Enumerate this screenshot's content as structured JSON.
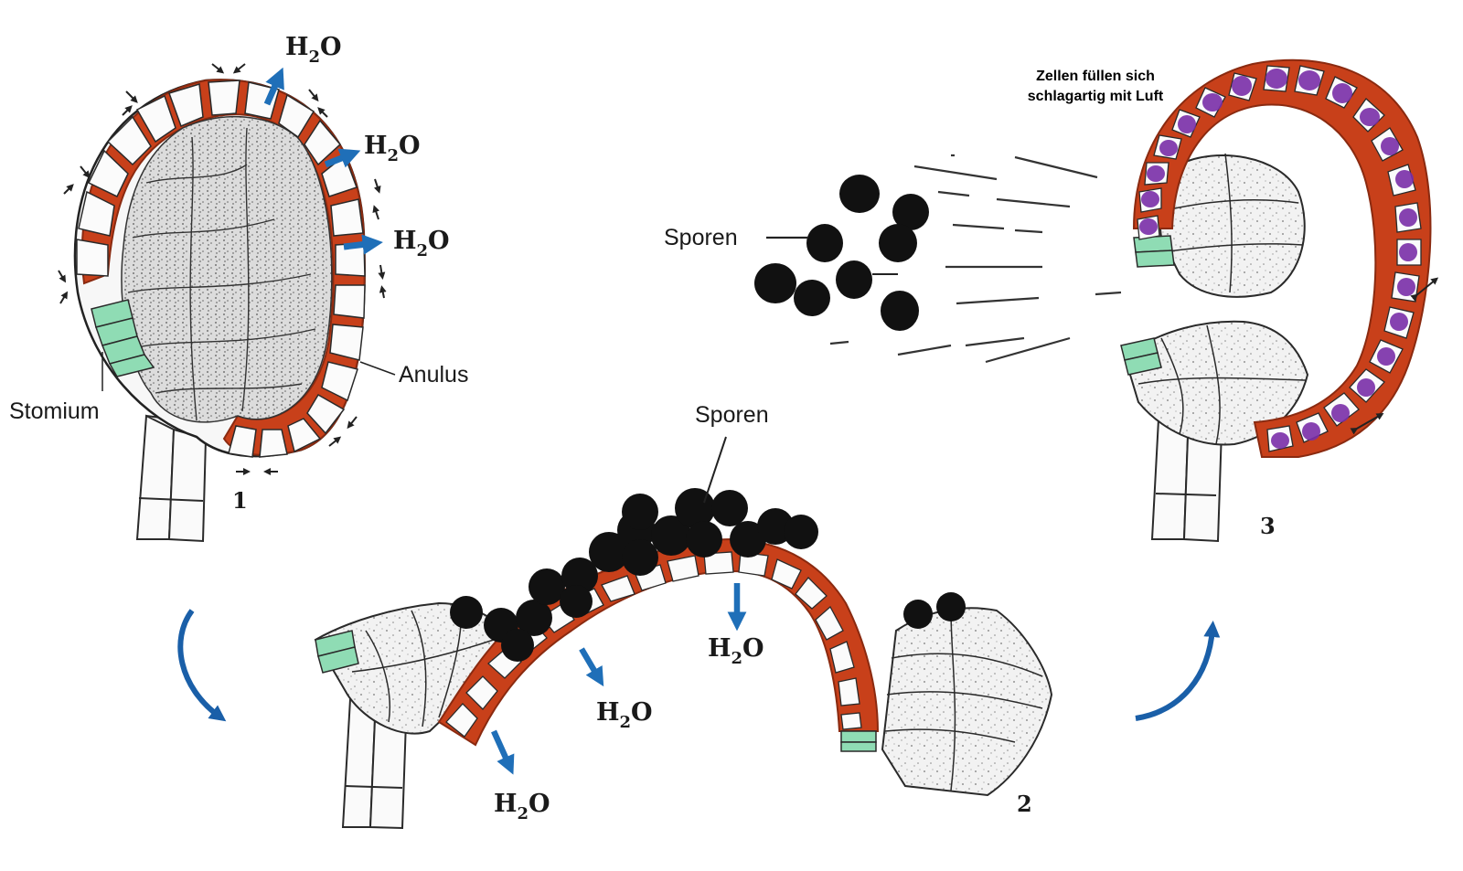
{
  "labels": {
    "stomium": "Stomium",
    "anulus": "Anulus",
    "sporen_top": "Sporen",
    "sporen_middle": "Sporen",
    "h2o_main": "H",
    "h2o_sub": "2",
    "h2o_end": "O",
    "note_line1": "Zellen füllen sich",
    "note_line2": "schlagartig mit Luft",
    "stage1": "1",
    "stage2": "2",
    "stage3": "3"
  },
  "colors": {
    "anulus_wall": "#c8401a",
    "anulus_dark": "#8a2a10",
    "stomium": "#8fdcb4",
    "water_arrow": "#1f6fb8",
    "cycle_arrow": "#1a5fa8",
    "spore": "#111111",
    "air_bubble": "#7a2ea8",
    "cell_stroke": "#2a2a2a",
    "cell_fill": "#f4f4f4"
  },
  "icons": {
    "water_arrow": "arrow-icon",
    "cycle_arrow": "curved-arrow-icon"
  }
}
